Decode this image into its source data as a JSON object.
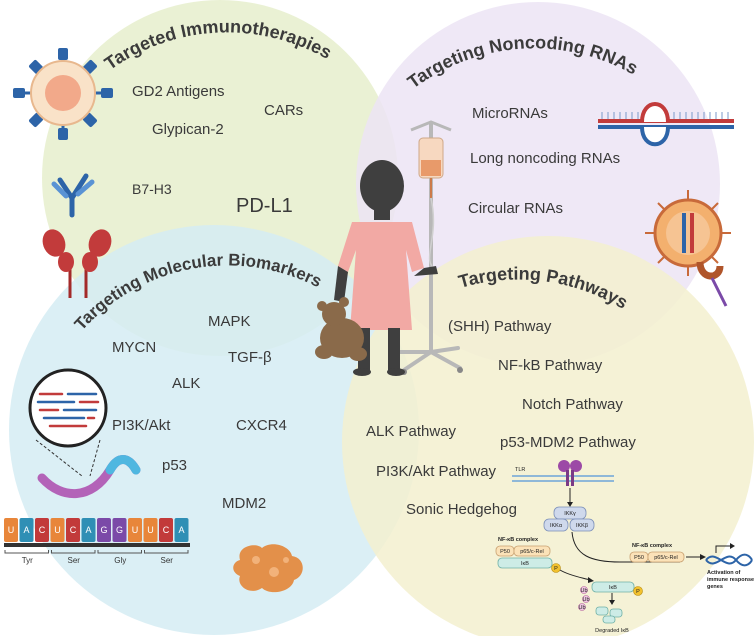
{
  "immunotherapies": {
    "title": "Targeted Immunotherapies",
    "items": [
      "GD2 Antigens",
      "CARs",
      "Glypican-2",
      "B7-H3",
      "PD-L1"
    ]
  },
  "noncoding": {
    "title": "Targeting Noncoding RNAs",
    "items": [
      "MicroRNAs",
      "Long noncoding RNAs",
      "Circular RNAs"
    ]
  },
  "biomarkers": {
    "title": "Targeting Molecular Biomarkers",
    "items": [
      "MAPK",
      "MYCN",
      "TGF-β",
      "ALK",
      "PI3K/Akt",
      "CXCR4",
      "p53",
      "MDM2"
    ]
  },
  "pathways": {
    "title": "Targeting Pathways",
    "items": [
      "(SHH) Pathway",
      "NF-kB Pathway",
      "Notch Pathway",
      "ALK Pathway",
      "p53-MDM2 Pathway",
      "PI3K/Akt Pathway",
      "Sonic Hedgehog"
    ]
  },
  "codon_strip": {
    "bases": [
      "U",
      "A",
      "C",
      "U",
      "C",
      "A",
      "G",
      "G",
      "U",
      "U",
      "C",
      "A"
    ],
    "amino_acids": [
      "Tyr",
      "Ser",
      "Gly",
      "Ser"
    ]
  },
  "nfkb_diagram": {
    "tlr": "TLR",
    "ikk_gamma": "IKKγ",
    "ikk_alpha": "IKKα",
    "ikk_beta": "IKKβ",
    "complex_left": "NF-κB complex",
    "complex_right": "NF-κB complex",
    "p50": "P50",
    "p65": "p65/c-Rel",
    "ikb": "IκB",
    "ub": "Ub",
    "p": "P",
    "degraded": "Degraded IκB",
    "activation": [
      "Activation of",
      "immune response",
      "genes"
    ]
  },
  "colors": {
    "immuno_circle": "#e6efcc",
    "noncoding_circle": "#ece4f5",
    "biomarker_circle": "#d5ecf3",
    "pathway_circle": "#f3f0cf",
    "accent_blue": "#2d64a8",
    "accent_red": "#c23b3b",
    "base_u": "#e8863a",
    "base_a": "#2f8fb5",
    "base_c": "#c23a3a",
    "base_g": "#7b4aa8"
  }
}
